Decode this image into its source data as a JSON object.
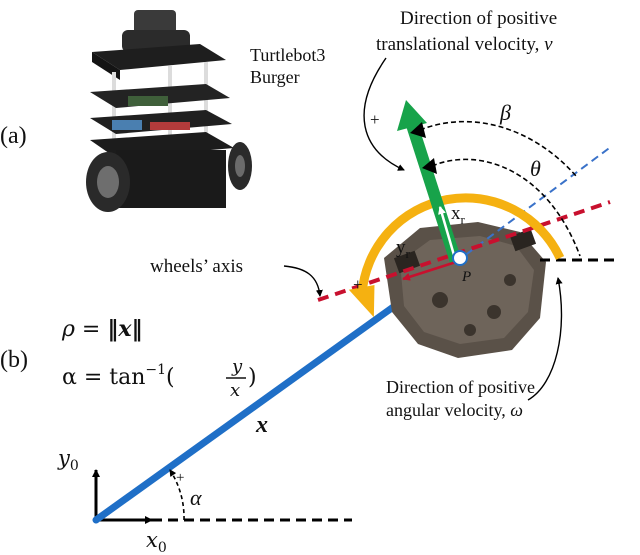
{
  "panel_labels": {
    "a": "(a)",
    "b": "(b)"
  },
  "robot": {
    "name_line1": "Turtlebot3",
    "name_line2": "Burger"
  },
  "annotations": {
    "translational_line1": "Direction of positive",
    "translational_line2": "translational velocity, ",
    "translational_symbol": "v",
    "angular_line1": "Direction of positive",
    "angular_line2": "angular velocity, ",
    "angular_symbol": "ω",
    "wheels_axis": "wheels’ axis"
  },
  "symbols": {
    "beta": "β",
    "theta": "θ",
    "alpha": "α",
    "x_vec": "x",
    "P": "P",
    "x_r": "x",
    "x_r_sub": "r",
    "y_r": "y",
    "y_r_sub": "r",
    "x_0": "x",
    "x_0_sub": "0",
    "y_0": "y",
    "y_0_sub": "0",
    "plus": "+"
  },
  "equations": {
    "rho_lhs": "ρ = ",
    "rho_rhs": "‖x‖",
    "alpha_lhs": "α = tan",
    "alpha_sup": "−1",
    "alpha_open": "(",
    "alpha_num": "y",
    "alpha_den": "x",
    "alpha_close": ")"
  },
  "colors": {
    "vector_x": "#1f6fc7",
    "heading_arrow": "#17a34a",
    "angular_arrow": "#f5b111",
    "wheels_axis_line": "#c8102e",
    "heading_dashed": "#3a72c9"
  }
}
